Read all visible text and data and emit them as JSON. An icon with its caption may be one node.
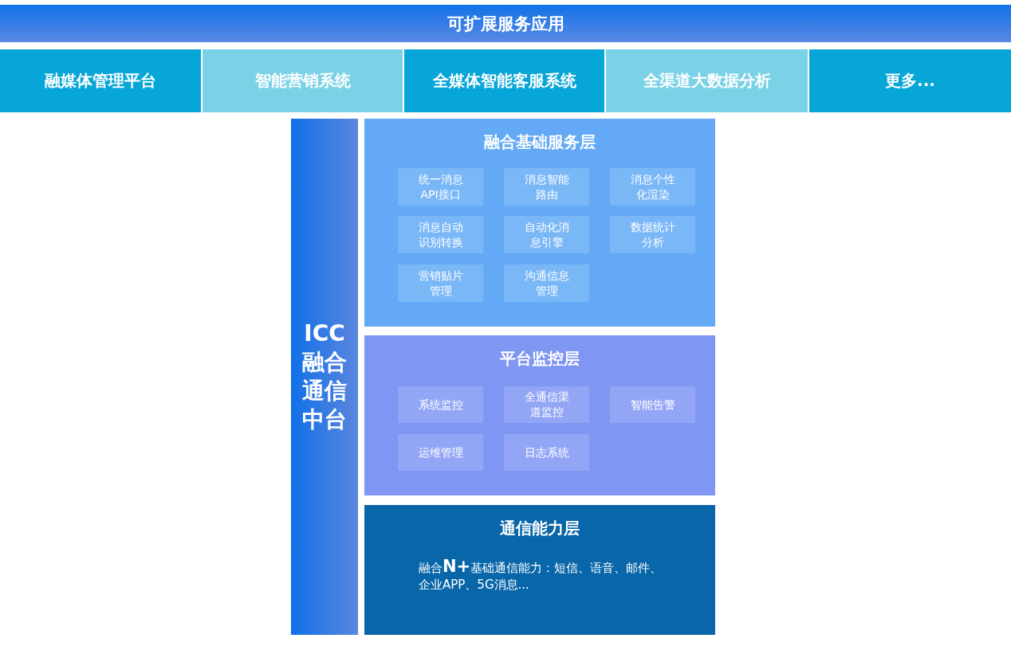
{
  "diagram": {
    "nodes": [
      {
        "text": [
          "可扩展服务应用"
        ]
      },
      {
        "text": [
          "融媒体管理平台"
        ]
      },
      {
        "text": [
          "智能营销系统"
        ]
      },
      {
        "text": [
          "全媒体智能客服系统"
        ]
      },
      {
        "text": [
          "全渠道大数据分析"
        ]
      },
      {
        "text": [
          "更多..."
        ]
      },
      {
        "text": [
          "ICC融合通信中台"
        ]
      },
      {
        "text": [
          "融合基础服务层"
        ]
      },
      {
        "text": [
          "统一消息API接口"
        ],
        "in": 7
      },
      {
        "text": [
          "消息智能路由"
        ],
        "in": 7
      },
      {
        "text": [
          "消息个性化渲染"
        ],
        "in": 7
      },
      {
        "text": [
          "消息自动识别转换"
        ],
        "in": 7
      },
      {
        "text": [
          "自动化消息引擎"
        ],
        "in": 7
      },
      {
        "text": [
          "数据统计分析"
        ],
        "in": 7
      },
      {
        "text": [
          "营销贴片管理"
        ],
        "in": 7
      },
      {
        "text": [
          "沟通信息管理"
        ],
        "in": 7
      },
      {
        "text": [
          "平台监控层"
        ]
      },
      {
        "text": [
          "系统监控"
        ],
        "in": 16
      },
      {
        "text": [
          "全通信渠道监控"
        ],
        "in": 16
      },
      {
        "text": [
          "智能告警"
        ],
        "in": 16
      },
      {
        "text": [
          "运维管理"
        ],
        "in": 16
      },
      {
        "text": [
          "日志系统"
        ],
        "in": 16
      },
      {
        "text": [
          "通信能力层",
          "融合**N+**基础通信能力：短信、语音、邮件、企业APP、5G消息..."
        ]
      }
    ]
  }
}
